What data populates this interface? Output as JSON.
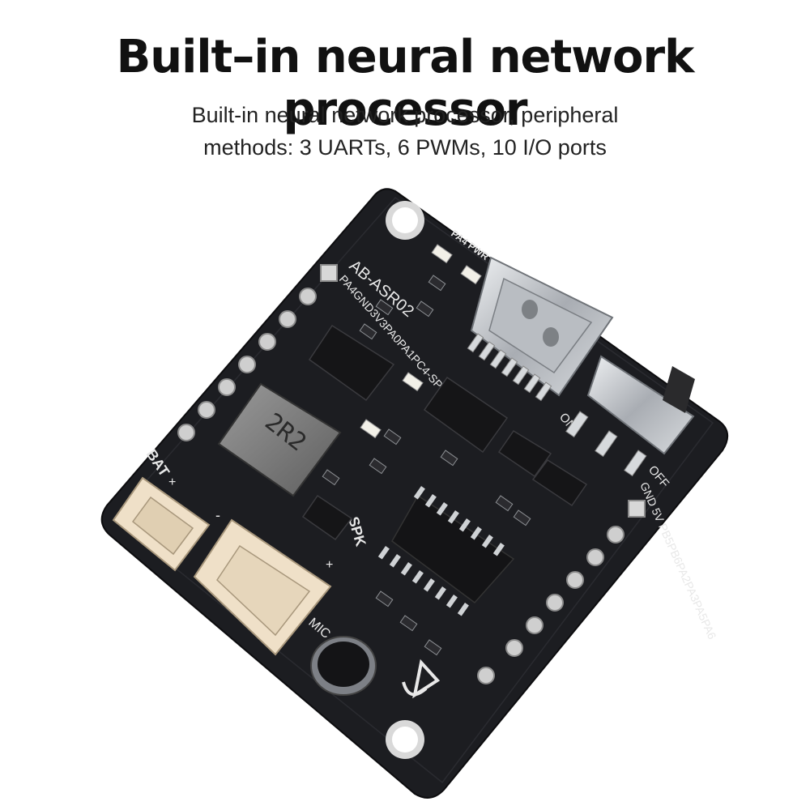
{
  "header": {
    "title": "Built–in neural network processor",
    "subtitle_line1": "Built-in neural network processor, peripheral",
    "subtitle_line2": "methods: 3 UARTs, 6 PWMs, 10 I/O ports"
  },
  "board": {
    "model": "AB-ASR02",
    "left_pins": "PA4GND3V3PA0PA1PC4-SPK+",
    "right_pins": "GND 5V PB5PB6PA2PA3PA5PA6",
    "status_labels": "PA4 PWR",
    "switch_on": "ON",
    "switch_off": "OFF",
    "bat_label": "BAT",
    "spk_label": "SPK",
    "mic_label": "MIC",
    "inductor_text": "2R2",
    "plus_sign": "+",
    "minus_sign": "-",
    "colors": {
      "pcb": "#1c1d21",
      "silkscreen": "#e8e8e8",
      "connector": "#efe0c8",
      "metal": "#c9ccd0"
    }
  }
}
